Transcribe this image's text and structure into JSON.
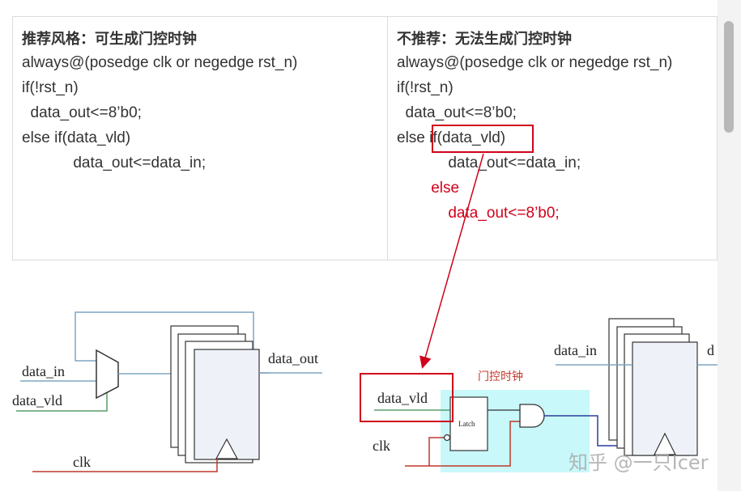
{
  "left": {
    "heading": "推荐风格：可生成门控时钟",
    "lines": [
      "always@(posedge clk or negedge rst_n)",
      "if(!rst_n)",
      "  data_out<=8’b0;",
      "else if(data_vld)",
      "            data_out<=data_in;"
    ]
  },
  "right": {
    "heading": "不推荐：无法生成门控时钟",
    "lines": [
      "always@(posedge clk or negedge rst_n)",
      "if(!rst_n)",
      "  data_out<=8’b0;",
      "else ",
      "if(data_vld)",
      "            data_out<=data_in;",
      "        else",
      "            data_out<=8’b0;"
    ]
  },
  "diagram_left": {
    "data_in": "data_in",
    "data_vld": "data_vld",
    "data_out": "data_out",
    "clk": "clk"
  },
  "diagram_right": {
    "gated_clock": "门控时钟",
    "data_vld": "data_vld",
    "clk": "clk",
    "latch": "Latch",
    "data_in": "data_in",
    "data_out_partial": "d"
  },
  "watermark": "知乎 @一只Icer",
  "colors": {
    "highlight_red": "#d0021b",
    "gating_fill": "#c8f8fa",
    "wire_blue": "#7fa6c4",
    "wire_green": "#5a9e6a",
    "wire_red": "#c0392b"
  }
}
